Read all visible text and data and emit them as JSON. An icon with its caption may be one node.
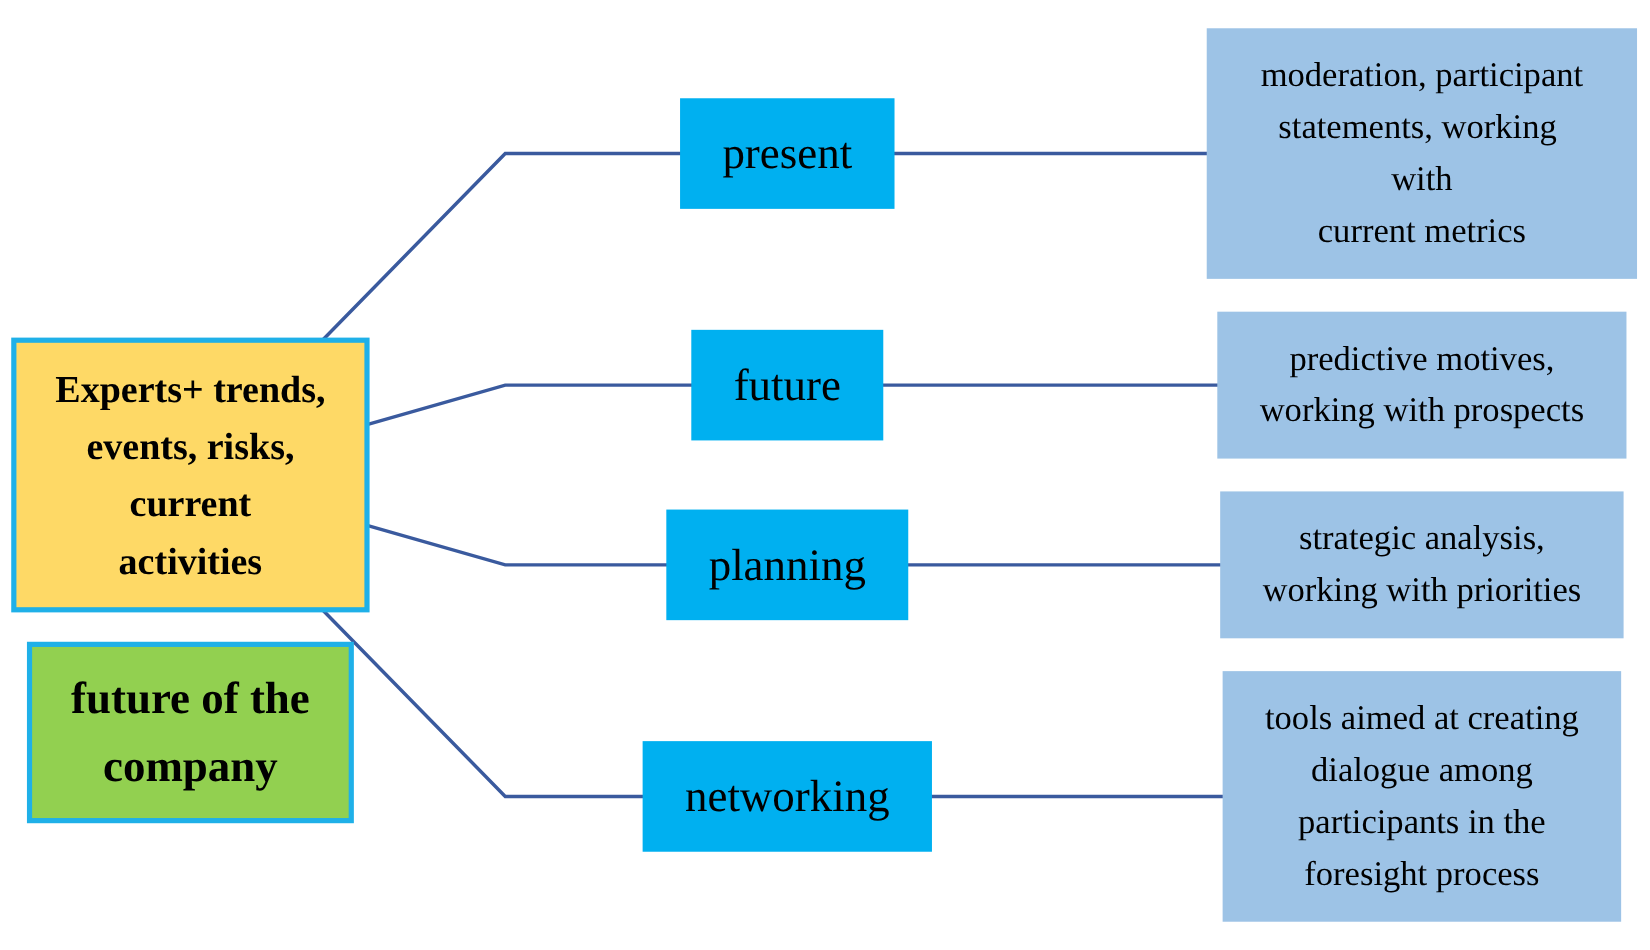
{
  "diagram": {
    "nodes": [
      {
        "text": [
          "Experts+ trends, events, risks, current activities"
        ]
      },
      {
        "text": [
          "future of the company"
        ]
      },
      {
        "text": [
          "present"
        ]
      },
      {
        "text": [
          "moderation, participant statements, working with current metrics"
        ]
      },
      {
        "text": [
          "future"
        ]
      },
      {
        "text": [
          "predictive motives, working with prospects"
        ]
      },
      {
        "text": [
          "planning"
        ]
      },
      {
        "text": [
          "strategic analysis, working with priorities"
        ]
      },
      {
        "text": [
          "networking"
        ]
      },
      {
        "text": [
          "tools aimed at creating dialogue among participants in the foresight process"
        ]
      }
    ],
    "edges": [
      {
        "from": 0,
        "to": 2,
        "arrow": "none"
      },
      {
        "from": 0,
        "to": 4,
        "arrow": "none"
      },
      {
        "from": 0,
        "to": 6,
        "arrow": "none"
      },
      {
        "from": 0,
        "to": 8,
        "arrow": "none"
      },
      {
        "from": 2,
        "to": 3,
        "arrow": "none"
      },
      {
        "from": 4,
        "to": 5,
        "arrow": "none"
      },
      {
        "from": 6,
        "to": 7,
        "arrow": "none"
      },
      {
        "from": 8,
        "to": 9,
        "arrow": "none"
      }
    ]
  }
}
